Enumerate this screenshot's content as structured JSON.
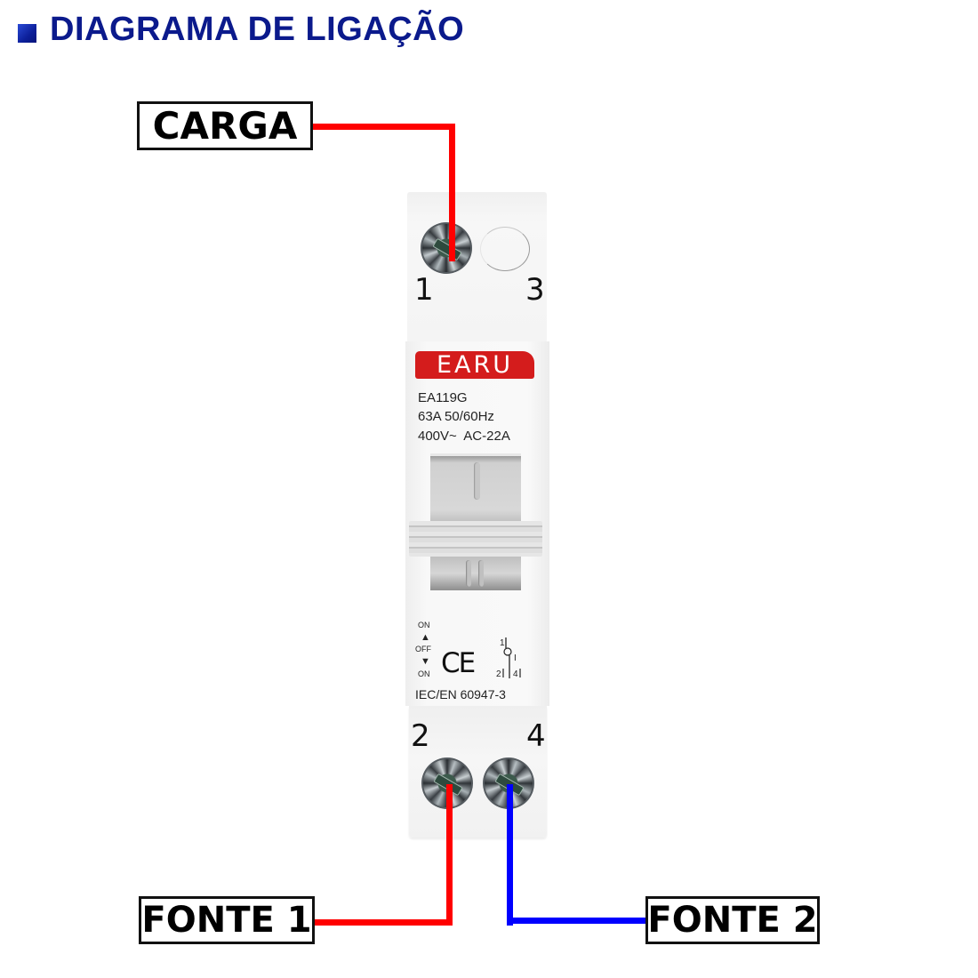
{
  "header": {
    "title": "DIAGRAMA DE LIGAÇÃO",
    "bullet_color": "#1a35b8",
    "title_color": "#0b1a8c"
  },
  "labels": {
    "carga": "CARGA",
    "fonte1": "FONTE 1",
    "fonte2": "FONTE 2"
  },
  "device": {
    "brand": "EARU",
    "brand_color": "#d41c1c",
    "model": "EA119G",
    "rating": "63A 50/60Hz",
    "voltage": "400V~  AC-22A",
    "standard": "IEC/EN 60947-3",
    "ce_mark": "CE",
    "switch_positions": {
      "top": "ON",
      "middle": "OFF",
      "bottom": "ON"
    },
    "terminals": {
      "t1": "1",
      "t2": "2",
      "t3": "3",
      "t4": "4"
    },
    "symbol_labels": {
      "s1": "1|",
      "s2": "2|",
      "s4": "4|",
      "pos": "I"
    }
  },
  "wires": [
    {
      "from": "CARGA",
      "to": "terminal 1",
      "color": "#ff0000"
    },
    {
      "from": "FONTE 1",
      "to": "terminal 2",
      "color": "#ff0000"
    },
    {
      "from": "FONTE 2",
      "to": "terminal 4",
      "color": "#0000ff"
    }
  ]
}
